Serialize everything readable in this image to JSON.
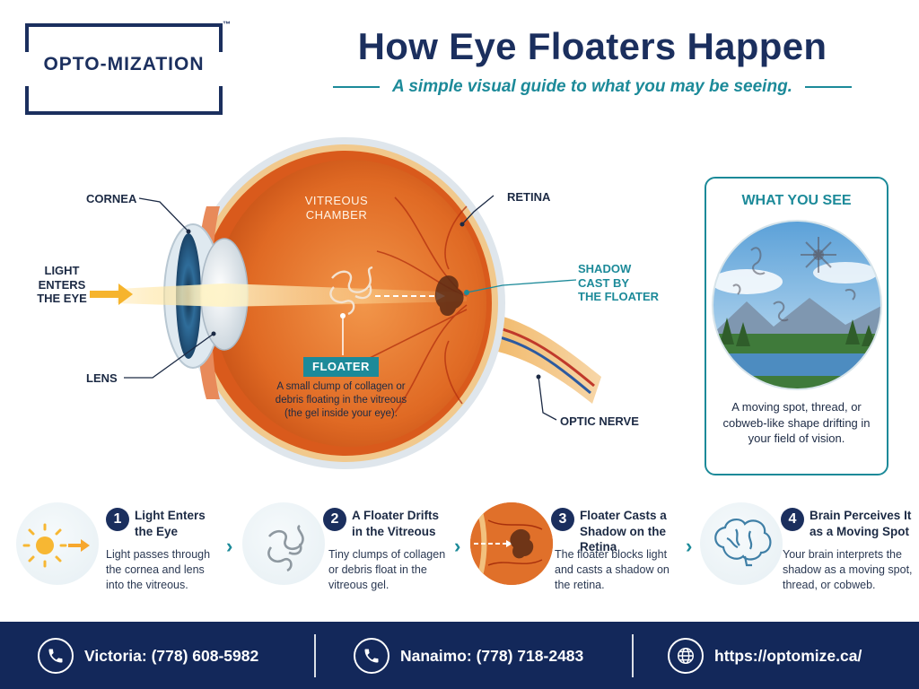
{
  "logo": {
    "text": "OPTO-MIZATION",
    "trademark": "™"
  },
  "header": {
    "title": "How Eye Floaters Happen",
    "subtitle": "A simple visual guide to what you may be seeing."
  },
  "diagram": {
    "labels": {
      "cornea": "CORNEA",
      "light_line1": "LIGHT",
      "light_line2": "ENTERS",
      "light_line3": "THE EYE",
      "lens": "LENS",
      "vitreous_line1": "VITREOUS",
      "vitreous_line2": "CHAMBER",
      "retina": "RETINA",
      "shadow_line1": "SHADOW",
      "shadow_line2": "CAST BY",
      "shadow_line3": "THE FLOATER",
      "optic_nerve": "OPTIC NERVE"
    },
    "floater_badge": "FLOATER",
    "floater_description": "A small clump of collagen or debris floating in the vitreous (the gel inside your eye)."
  },
  "what_you_see": {
    "title": "WHAT YOU SEE",
    "description": "A moving spot, thread, or cobweb-like shape drifting in your field of vision."
  },
  "steps": [
    {
      "number": "1",
      "title_line1": "Light Enters",
      "title_line2": "the Eye",
      "description": "Light passes through the cornea and lens into the vitreous.",
      "icon": "sun-icon"
    },
    {
      "number": "2",
      "title_line1": "A Floater Drifts",
      "title_line2": "in the Vitreous",
      "description": "Tiny clumps of collagen or debris float in the vitreous gel.",
      "icon": "floater-icon"
    },
    {
      "number": "3",
      "title_line1": "Floater Casts a",
      "title_line2": "Shadow on the Retina",
      "description": "The floater blocks light and casts a shadow on the retina.",
      "icon": "retina-shadow-icon"
    },
    {
      "number": "4",
      "title_line1": "Brain Perceives It",
      "title_line2": "as a Moving Spot",
      "description": "Your brain interprets the shadow as a moving spot, thread, or cobweb.",
      "icon": "brain-icon"
    }
  ],
  "footer": {
    "victoria": "Victoria: (778) 608-5982",
    "nanaimo": "Nanaimo: (778) 718-2483",
    "website": "https://optomize.ca/"
  },
  "colors": {
    "navy": "#1b2f5e",
    "teal": "#1c8a99",
    "footer": "#13285a",
    "eye_orange": "#e8742a"
  }
}
